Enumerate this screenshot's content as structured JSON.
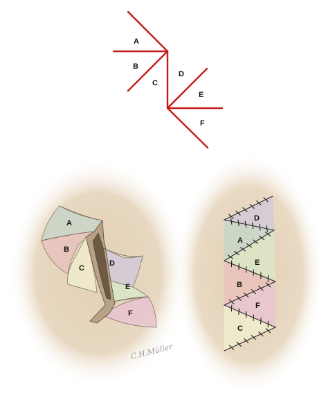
{
  "colors": {
    "incision": "#c41a1a",
    "skin": "#e6d3b8",
    "suture": "#1a1a1a",
    "flap_A": "#c9d6c8",
    "flap_B": "#e9c3bd",
    "flap_C": "#f1eccd",
    "flap_D": "#d4cbd8",
    "flap_E": "#dce6c8",
    "flap_F": "#e8c6cf"
  },
  "schematic": {
    "labels": {
      "a": "A",
      "b": "B",
      "c": "C",
      "d": "D",
      "e": "E",
      "f": "F"
    }
  },
  "incised_view": {
    "labels": {
      "a": "A",
      "b": "B",
      "c": "C",
      "d": "D",
      "e": "E",
      "f": "F"
    },
    "signature": "C.H.Müller"
  },
  "closed_view": {
    "labels": {
      "d": "D",
      "a": "A",
      "e": "E",
      "b": "B",
      "f": "F",
      "c": "C"
    }
  }
}
